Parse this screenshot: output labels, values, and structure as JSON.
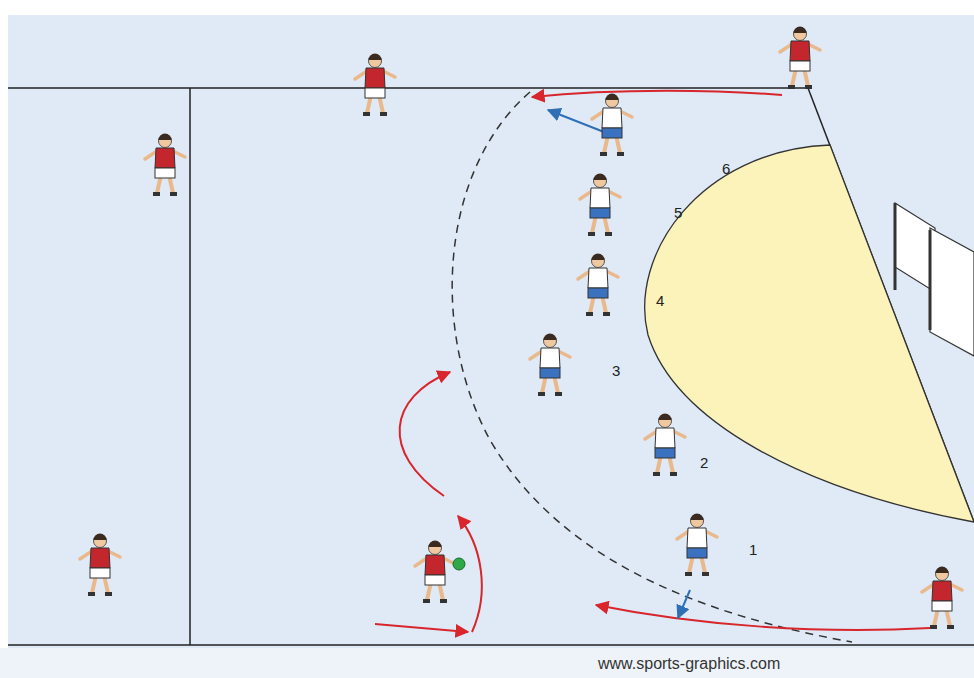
{
  "diagram": {
    "labels": [
      "6",
      "5",
      "4",
      "3",
      "2",
      "1",
      "www.sports-graphics.com"
    ]
  }
}
